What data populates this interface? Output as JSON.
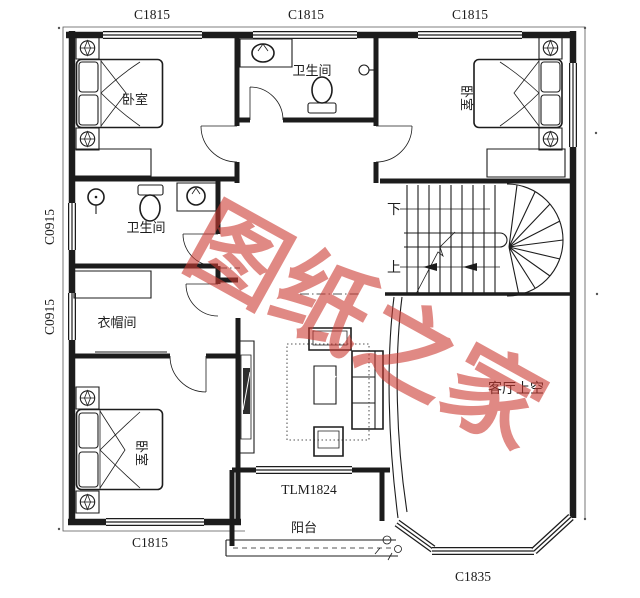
{
  "plan": {
    "windows": {
      "top_left": "C1815",
      "top_mid": "C1815",
      "top_right": "C1815",
      "bottom": "C1815",
      "left_upper": "C0915",
      "left_lower": "C0915",
      "bay": "C1835",
      "balcony_door": "TLM1824"
    },
    "rooms": {
      "bedroom_top_left": "卧室",
      "bedroom_top_right": "卧室",
      "bedroom_bottom_left": "卧室",
      "bathroom_top": "卫生间",
      "bathroom_left": "卫生间",
      "cloakroom": "衣帽间",
      "balcony": "阳台",
      "living_void": "客厅上空"
    },
    "stairs": {
      "down": "下",
      "up": "上"
    }
  },
  "watermark": {
    "text": "图纸之家",
    "color": "#cc3b33",
    "opacity": "0.6"
  },
  "colors": {
    "ink": "#1c1c1c",
    "paper": "#ffffff"
  }
}
